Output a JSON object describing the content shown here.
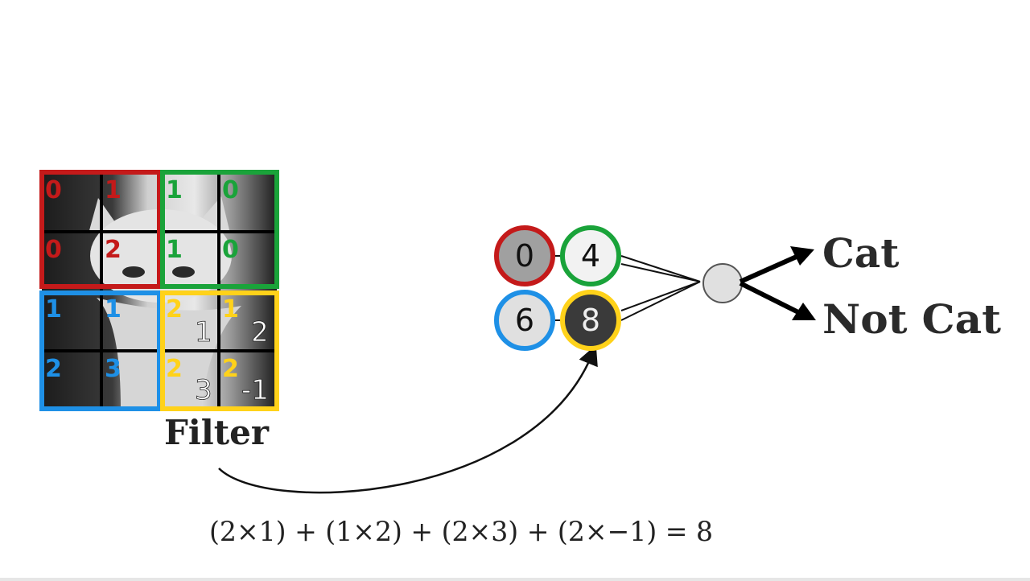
{
  "colors": {
    "red": "#c41a1a",
    "green": "#1aa33a",
    "blue": "#1e90e6",
    "yellow": "#ffd21a",
    "white_digit": "#ffffff",
    "node_gray": "#e0e0e0",
    "dark_node": "#3a3a3a",
    "light_node": "#f2f2f2",
    "mid_node": "#a0a0a0"
  },
  "grid": {
    "quadrants": [
      {
        "color": "red",
        "values": [
          "0",
          "1",
          "0",
          "2"
        ]
      },
      {
        "color": "green",
        "values": [
          "1",
          "0",
          "1",
          "0"
        ]
      },
      {
        "color": "blue",
        "values": [
          "1",
          "1",
          "2",
          "3"
        ]
      },
      {
        "color": "yellow",
        "values": [
          "2",
          "1",
          "2",
          "2"
        ],
        "filter_values": [
          "1",
          "2",
          "3",
          "-1"
        ]
      }
    ]
  },
  "filter_label": "Filter",
  "feature_map": [
    {
      "value": "0",
      "ring": "red"
    },
    {
      "value": "4",
      "ring": "green"
    },
    {
      "value": "6",
      "ring": "blue"
    },
    {
      "value": "8",
      "ring": "yellow"
    }
  ],
  "outputs": [
    "Cat",
    "Not Cat"
  ],
  "equation": "(2×1) + (1×2) + (2×3) + (2×−1) = 8"
}
